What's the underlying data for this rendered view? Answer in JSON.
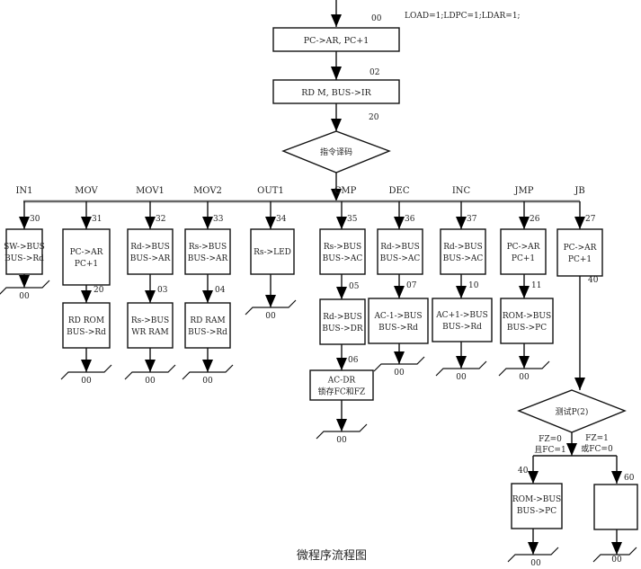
{
  "caption": "微程序流程图",
  "note": "LOAD=1;LDPC=1;LDAR=1;",
  "fetch": {
    "addr_top": "00",
    "box1": "PC->AR, PC+1",
    "addr_mid": "02",
    "box2": "RD M, BUS->IR",
    "addr_decode": "20",
    "decode": "指令译码"
  },
  "branches": [
    {
      "name": "IN1",
      "addr": "30",
      "box1": [
        "SW->BUS",
        "BUS->Rd"
      ],
      "end": "00"
    },
    {
      "name": "MOV",
      "addr": "31",
      "box1": [
        "PC->AR",
        "PC+1"
      ],
      "addr2": "20",
      "box2": [
        "RD ROM",
        "BUS->Rd"
      ],
      "end": "00"
    },
    {
      "name": "MOV1",
      "addr": "32",
      "box1": [
        "Rd->BUS",
        "BUS->AR"
      ],
      "addr2": "03",
      "box2": [
        "Rs->BUS",
        "WR RAM"
      ],
      "end": "00"
    },
    {
      "name": "MOV2",
      "addr": "33",
      "box1": [
        "Rs->BUS",
        "BUS->AR"
      ],
      "addr2": "04",
      "box2": [
        "RD RAM",
        "BUS->Rd"
      ],
      "end": "00"
    },
    {
      "name": "OUT1",
      "addr": "34",
      "box1": [
        "Rs->LED"
      ],
      "end": "00"
    },
    {
      "name": "CMP",
      "addr": "35",
      "box1": [
        "Rs->BUS",
        "BUS->AC"
      ],
      "addr2": "05",
      "box2": [
        "Rd->BUS",
        "BUS->DR"
      ],
      "addr3": "06",
      "box3": [
        "AC-DR",
        "锁存FC和FZ"
      ],
      "end": "00"
    },
    {
      "name": "DEC",
      "addr": "36",
      "box1": [
        "Rd->BUS",
        "BUS->AC"
      ],
      "addr2": "07",
      "box2": [
        "AC-1->BUS",
        "BUS->Rd"
      ],
      "end": "00"
    },
    {
      "name": "INC",
      "addr": "37",
      "box1": [
        "Rd->BUS",
        "BUS->AC"
      ],
      "addr2": "10",
      "box2": [
        "AC+1->BUS",
        "BUS->Rd"
      ],
      "end": "00"
    },
    {
      "name": "JMP",
      "addr": "26",
      "box1": [
        "PC->AR",
        "PC+1"
      ],
      "addr2": "11",
      "box2": [
        "ROM->BUS",
        "BUS->PC"
      ],
      "end": "00"
    },
    {
      "name": "JB",
      "addr": "27",
      "box1": [
        "PC->AR",
        "PC+1"
      ],
      "addr2": "40"
    }
  ],
  "test": {
    "label": "测试P(2)",
    "left_cond": [
      "FZ=0",
      "且FC=1"
    ],
    "right_cond": [
      "FZ=1",
      "或FC=0"
    ],
    "left_addr": "40",
    "right_addr": "60",
    "left_box": [
      "ROM->BUS",
      "BUS->PC"
    ],
    "right_box": [],
    "left_end": "00",
    "right_end": "00"
  }
}
